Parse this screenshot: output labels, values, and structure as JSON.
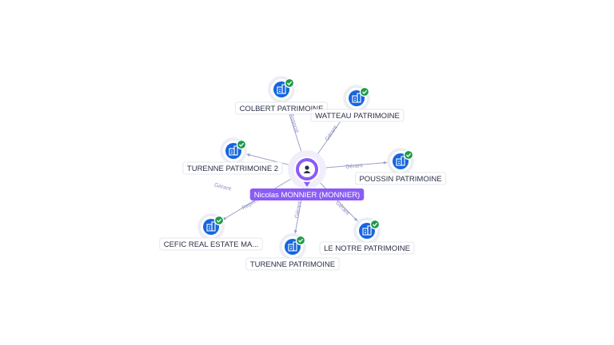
{
  "center": {
    "name": "Nicolas MONNIER (MONNIER)",
    "icon": "person-icon",
    "color": "#8a5cf6"
  },
  "nodes": [
    {
      "id": "colbert",
      "label": "COLBERT PATRIMOINE",
      "relation": "Associé",
      "icon": "building-icon"
    },
    {
      "id": "watteau",
      "label": "WATTEAU PATRIMOINE",
      "relation": "Gérant",
      "icon": "building-icon"
    },
    {
      "id": "poussin",
      "label": "POUSSIN PATRIMOINE",
      "relation": "Gérant",
      "icon": "building-icon"
    },
    {
      "id": "lenotre",
      "label": "LE NOTRE PATRIMOINE",
      "relation": "Gérant",
      "icon": "building-icon"
    },
    {
      "id": "turenne",
      "label": "TURENNE PATRIMOINE",
      "relation": "Gérant",
      "icon": "building-icon"
    },
    {
      "id": "cefic",
      "label": "CEFIC REAL ESTATE MA...",
      "relation": "Représ",
      "icon": "building-icon"
    },
    {
      "id": "turenne2",
      "label": "TURENNE PATRIMOINE 2",
      "relation": "Gérant",
      "icon": "building-icon"
    }
  ],
  "colors": {
    "company": "#1565e0",
    "verified": "#1f9a4b",
    "edge": "#9ea2c9"
  },
  "badge_icon": "check-icon"
}
